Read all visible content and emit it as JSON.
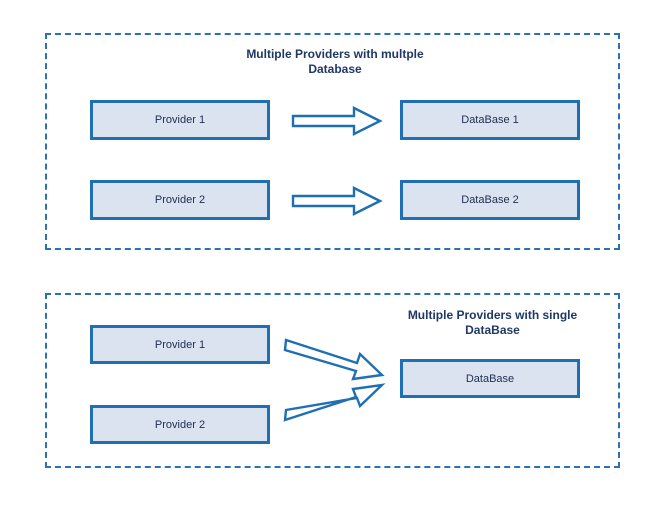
{
  "diagram": {
    "title_top": "Multiple Providers with multple\nDatabase",
    "title_bottom": "Multiple Providers with single\nDataBase",
    "colors": {
      "panel_border": "#2a72b5",
      "node_border": "#1f6fb2",
      "node_fill": "#dbe2f0",
      "node_text": "#1f2f4f",
      "title_text": "#1f3864",
      "arrow_stroke": "#1f6fb2",
      "arrow_fill": "#ffffff",
      "background": "#ffffff"
    },
    "top_panel": {
      "providers": [
        {
          "label": "Provider 1"
        },
        {
          "label": "Provider 2"
        }
      ],
      "databases": [
        {
          "label": "DataBase 1"
        },
        {
          "label": "DataBase 2"
        }
      ],
      "arrows": [
        {
          "name": "provider-1-to-database-1",
          "direction": "right"
        },
        {
          "name": "provider-2-to-database-2",
          "direction": "right"
        }
      ]
    },
    "bottom_panel": {
      "providers": [
        {
          "label": "Provider 1"
        },
        {
          "label": "Provider 2"
        }
      ],
      "databases": [
        {
          "label": "DataBase"
        }
      ],
      "arrows": [
        {
          "name": "provider-1-to-database",
          "direction": "down-right"
        },
        {
          "name": "provider-2-to-database",
          "direction": "up-right"
        }
      ]
    }
  }
}
